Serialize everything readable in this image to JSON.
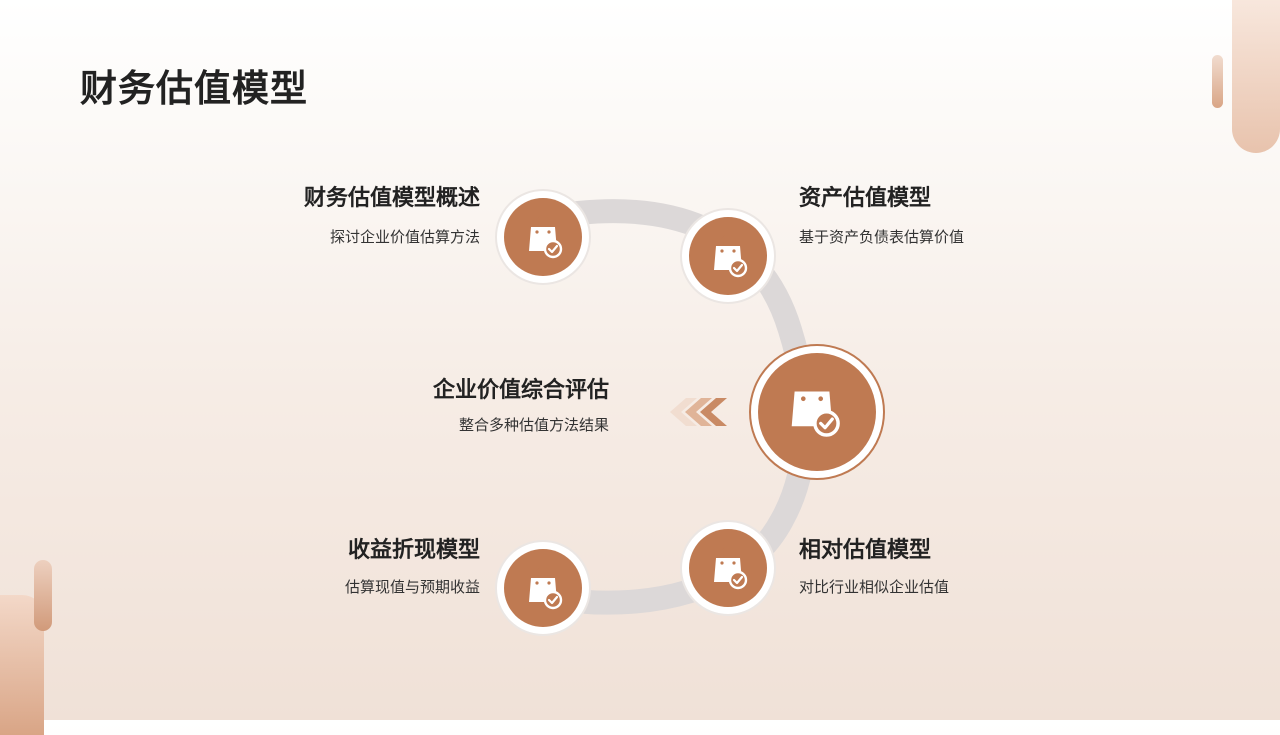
{
  "page": {
    "title": "财务估值模型"
  },
  "diagram": {
    "center": {
      "title": "企业价值综合评估",
      "desc": "整合多种估值方法结果",
      "icon": "shopping-bag-check-icon"
    },
    "nodes": [
      {
        "key": "overview",
        "title": "财务估值模型概述",
        "desc": "探讨企业价值估算方法",
        "icon": "shopping-bag-check-icon"
      },
      {
        "key": "asset",
        "title": "资产估值模型",
        "desc": "基于资产负债表估算价值",
        "icon": "shopping-bag-check-icon"
      },
      {
        "key": "relative",
        "title": "相对估值模型",
        "desc": "对比行业相似企业估值",
        "icon": "shopping-bag-check-icon"
      },
      {
        "key": "income",
        "title": "收益折现模型",
        "desc": "估算现值与预期收益",
        "icon": "shopping-bag-check-icon"
      }
    ]
  },
  "colors": {
    "accent": "#bf7a52",
    "ring": "#dcd8d8",
    "text": "#222222"
  }
}
